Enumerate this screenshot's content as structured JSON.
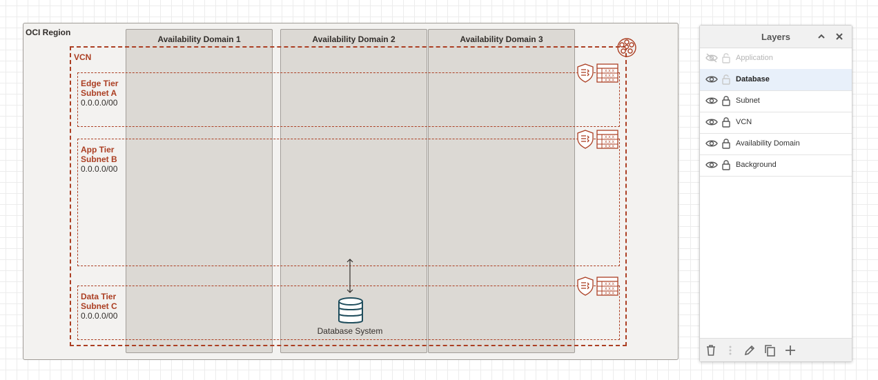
{
  "diagram": {
    "region_label": "OCI Region",
    "vcn_label": "VCN",
    "availability_domains": [
      "Availability Domain 1",
      "Availability Domain 2",
      "Availability Domain 3"
    ],
    "subnets": [
      {
        "name_line1": "Edge Tier",
        "name_line2": "Subnet A",
        "cidr": "0.0.0.0/00"
      },
      {
        "name_line1": "App Tier",
        "name_line2": "Subnet B",
        "cidr": "0.0.0.0/00"
      },
      {
        "name_line1": "Data Tier",
        "name_line2": "Subnet C",
        "cidr": "0.0.0.0/00"
      }
    ],
    "route_table_text": "X.X.X",
    "database_label": "Database System",
    "accent_color": "#ab3e22",
    "icons": [
      "vcn-icon",
      "security-list-icon",
      "route-table-icon",
      "database-icon",
      "bidirectional-arrow-icon"
    ]
  },
  "layers_panel": {
    "title": "Layers",
    "layers": [
      {
        "name": "Application",
        "visible": false,
        "locked": false,
        "active": false
      },
      {
        "name": "Database",
        "visible": true,
        "locked": false,
        "active": true
      },
      {
        "name": "Subnet",
        "visible": true,
        "locked": true,
        "active": false
      },
      {
        "name": "VCN",
        "visible": true,
        "locked": true,
        "active": false
      },
      {
        "name": "Availability Domain",
        "visible": true,
        "locked": true,
        "active": false
      },
      {
        "name": "Background",
        "visible": true,
        "locked": true,
        "active": false
      }
    ],
    "icons": [
      "collapse-icon",
      "close-icon",
      "trash-icon",
      "more-icon",
      "edit-icon",
      "duplicate-icon",
      "add-icon"
    ]
  }
}
